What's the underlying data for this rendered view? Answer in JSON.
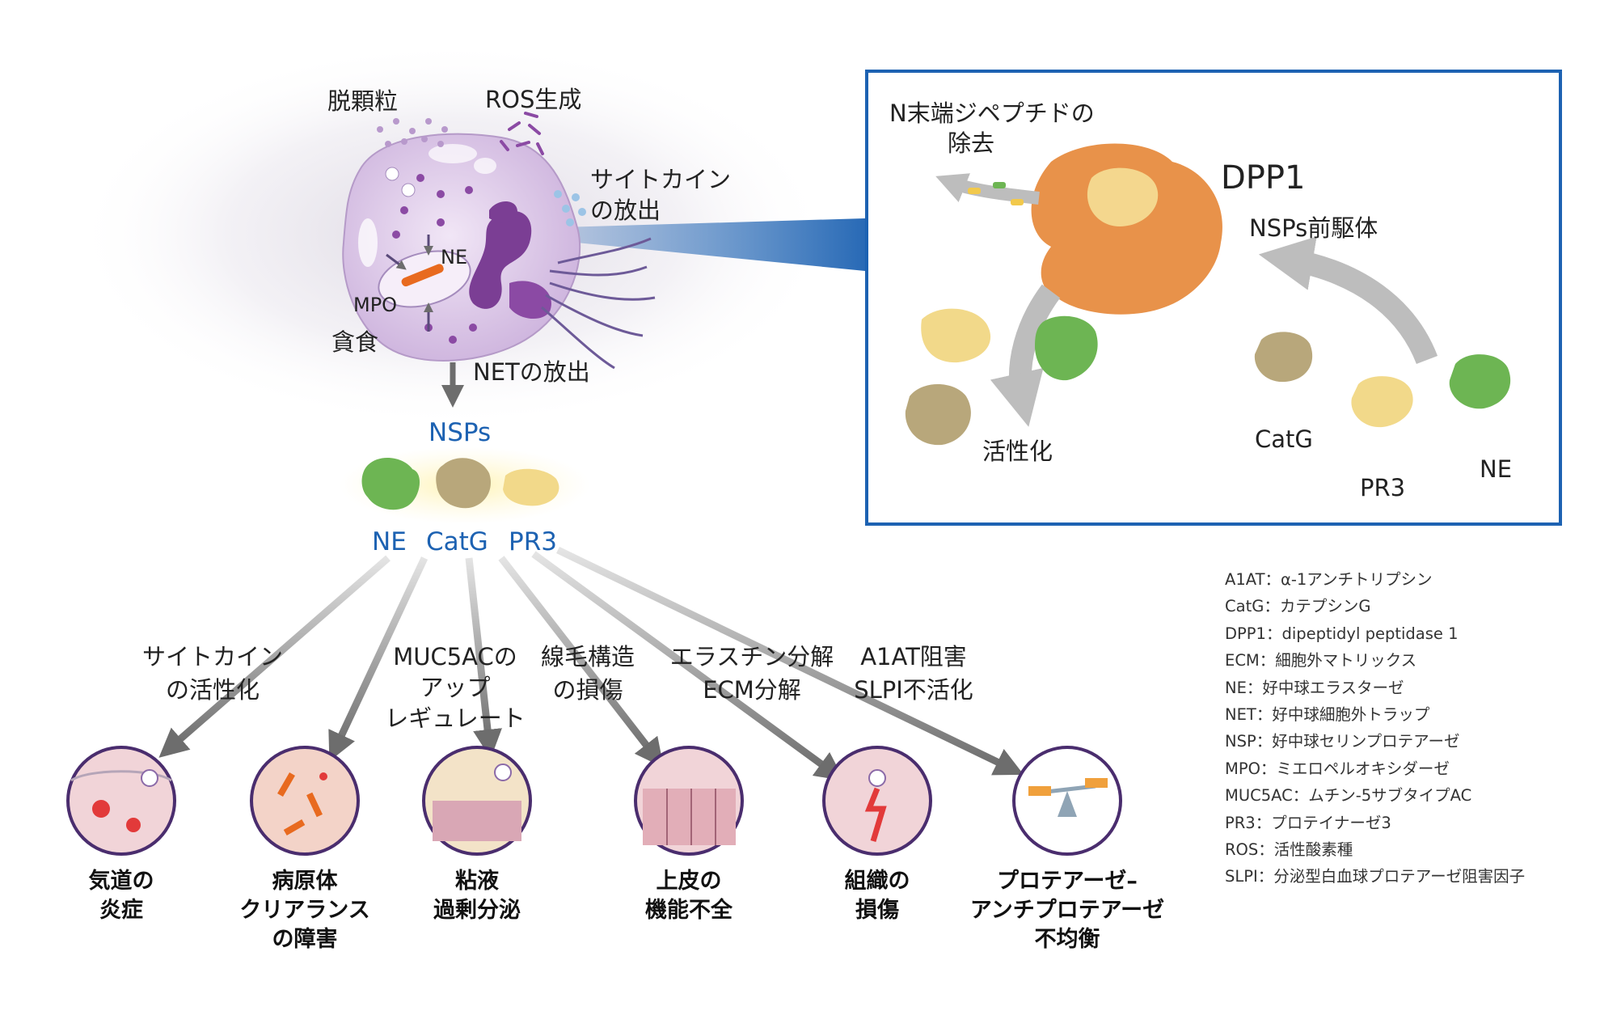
{
  "cell": {
    "labels": {
      "degranulation": "脱顆粒",
      "ros": "ROS生成",
      "cytokine_release_1": "サイトカイン",
      "cytokine_release_2": "の放出",
      "ne": "NE",
      "mpo": "MPO",
      "phagocytosis": "貪食",
      "net_release": "NETの放出"
    }
  },
  "nsps": {
    "title": "NSPs",
    "members": [
      "NE",
      "CatG",
      "PR3"
    ],
    "colors": {
      "ne": "#6db553",
      "catg": "#b8a77b",
      "pr3": "#f2d98a"
    }
  },
  "inset": {
    "dpp1": "DPP1",
    "cleavage_1": "N末端ジペプチドの",
    "cleavage_2": "除去",
    "precursor": "NSPs前駆体",
    "activation": "活性化",
    "catg": "CatG",
    "pr3": "PR3",
    "ne": "NE",
    "border_color": "#1d62b2",
    "dpp1_color": "#e8924a"
  },
  "mechanisms": [
    {
      "lines": [
        "サイトカイン",
        "の活性化"
      ]
    },
    {
      "lines": [
        "MUC5ACの",
        "アップ",
        "レギュレート"
      ]
    },
    {
      "lines": [
        "線毛構造",
        "の損傷"
      ]
    },
    {
      "lines": [
        "エラスチン分解",
        "ECM分解"
      ]
    },
    {
      "lines": [
        "A1AT阻害",
        "SLPI不活化"
      ]
    }
  ],
  "outcomes": [
    {
      "lines": [
        "気道の",
        "炎症"
      ]
    },
    {
      "lines": [
        "病原体",
        "クリアランス",
        "の障害"
      ]
    },
    {
      "lines": [
        "粘液",
        "過剰分泌"
      ]
    },
    {
      "lines": [
        "上皮の",
        "機能不全"
      ]
    },
    {
      "lines": [
        "組織の",
        "損傷"
      ]
    },
    {
      "lines": [
        "プロテアーゼ–",
        "アンチプロテアーゼ",
        "不均衡"
      ]
    }
  ],
  "legend": [
    "A1AT：α-1アンチトリプシン",
    "CatG：カテプシンG",
    "DPP1：dipeptidyl peptidase 1",
    "ECM：細胞外マトリックス",
    "NE：好中球エラスターゼ",
    "NET：好中球細胞外トラップ",
    "NSP：好中球セリンプロテアーゼ",
    "MPO：ミエロペルオキシダーゼ",
    "MUC5AC：ムチン-5サブタイプAC",
    "PR3：プロテイナーゼ3",
    "ROS：活性酸素種",
    "SLPI：分泌型白血球プロテアーゼ阻害因子"
  ]
}
